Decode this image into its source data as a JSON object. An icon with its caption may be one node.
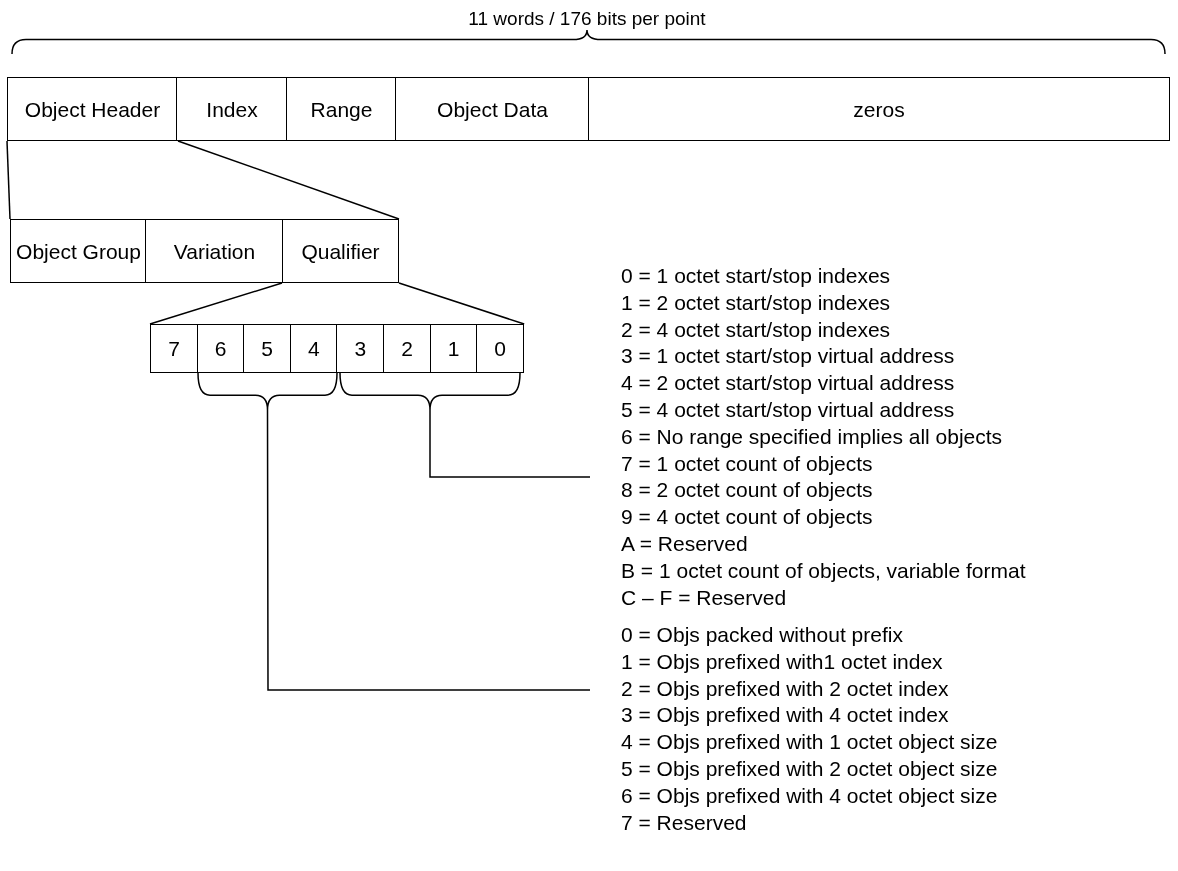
{
  "diagram": {
    "nodes": [
      {
        "text": [
          "Object Header"
        ]
      },
      {
        "text": [
          "Index"
        ]
      },
      {
        "text": [
          "Range"
        ]
      },
      {
        "text": [
          "Object Data"
        ]
      },
      {
        "text": [
          "zeros"
        ]
      },
      {
        "text": [
          "Object Group"
        ]
      },
      {
        "text": [
          "Variation"
        ]
      },
      {
        "text": [
          "Qualifier"
        ]
      },
      {
        "text": [
          "7"
        ]
      },
      {
        "text": [
          "6"
        ]
      },
      {
        "text": [
          "5"
        ]
      },
      {
        "text": [
          "4"
        ]
      },
      {
        "text": [
          "3"
        ]
      },
      {
        "text": [
          "2"
        ]
      },
      {
        "text": [
          "1"
        ]
      },
      {
        "text": [
          "0"
        ]
      },
      {
        "text": [
          "0 = 1 octet start/stop indexes",
          "1 = 2 octet start/stop indexes",
          "2 = 4 octet start/stop indexes",
          "3 = 1 octet start/stop virtual address",
          "4 = 2 octet start/stop virtual address",
          "5 = 4 octet start/stop virtual address",
          "6 = No range specified implies all objects",
          "7 = 1 octet count of objects",
          "8 = 2 octet count of objects",
          "9 = 4 octet count of objects",
          "A = Reserved",
          "B = 1 octet count of objects, variable format",
          "C – F = Reserved"
        ]
      },
      {
        "text": [
          "0 = Objs packed without prefix",
          "1 = Objs prefixed with1 octet index",
          "2 = Objs prefixed with 2 octet index",
          "3 = Objs prefixed with 4 octet index",
          "4 = Objs prefixed with 1 octet object size",
          "5 = Objs prefixed with 2 octet object size",
          "6 = Objs prefixed with 4 octet object size",
          "7 = Reserved"
        ]
      },
      {
        "text": [],
        "shape": "bracket"
      },
      {
        "text": [],
        "shape": "bracket"
      }
    ],
    "edges": [
      {
        "from": 0,
        "to": 5,
        "arrow": "none"
      },
      {
        "from": 0,
        "to": 7,
        "arrow": "none"
      },
      {
        "from": 7,
        "to": 8,
        "arrow": "none"
      },
      {
        "from": 7,
        "to": 15,
        "arrow": "none"
      },
      {
        "from": 16,
        "to": 19,
        "arrow": "none"
      },
      {
        "from": 17,
        "to": 18,
        "arrow": "none"
      }
    ],
    "labels": [
      "11 words / 176 bits per point"
    ]
  }
}
